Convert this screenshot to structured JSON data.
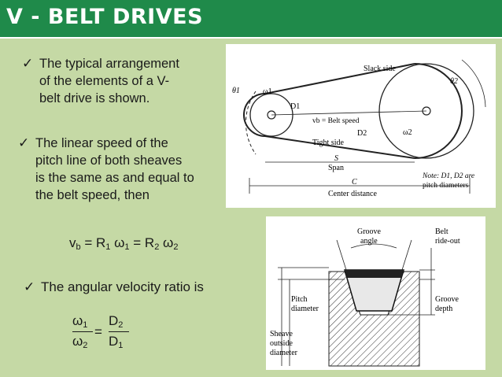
{
  "slide": {
    "title": "V - BELT DRIVES",
    "bullets": [
      {
        "lines": [
          "The typical arrangement",
          "of the elements of a V-",
          "belt drive is shown."
        ]
      },
      {
        "lines": [
          "The linear speed of the",
          "pitch line of both sheaves",
          "is the same as and equal to",
          "the belt speed, then"
        ]
      },
      {
        "lines": [
          "The angular velocity ratio is"
        ]
      }
    ],
    "check_glyph": "✓",
    "formula": {
      "vb": "v",
      "b": "b",
      "eq1": " = R",
      "one": "1",
      "w": " ω",
      "eq2": " = R",
      "two": "2"
    },
    "ratio": {
      "w1": "ω",
      "s1": "1",
      "w2": "ω",
      "s2": "2",
      "eq": "=",
      "d2": "D",
      "ds2": "2",
      "d1": "D",
      "ds1": "1"
    }
  },
  "diagram1": {
    "slack_side": "Slack side",
    "tight_side": "Tight side",
    "belt_speed": "vb = Belt speed",
    "span": "S",
    "span_label": "Span",
    "center": "C",
    "center_label": "Center distance",
    "note_line1": "Note: D1, D2 are",
    "note_line2": "pitch diameters",
    "d1": "D1",
    "d2": "D2",
    "theta1": "θ1",
    "theta2": "θ2",
    "omega1": "ω1",
    "omega2": "ω2"
  },
  "diagram2": {
    "groove_angle_1": "Groove",
    "groove_angle_2": "angle",
    "belt_ride_1": "Belt",
    "belt_ride_2": "ride-out",
    "pitch_dia_1": "Pitch",
    "pitch_dia_2": "diameter",
    "groove_depth_1": "Groove",
    "groove_depth_2": "depth",
    "sheave_1": "Sheave",
    "sheave_2": "outside",
    "sheave_3": "diameter"
  }
}
